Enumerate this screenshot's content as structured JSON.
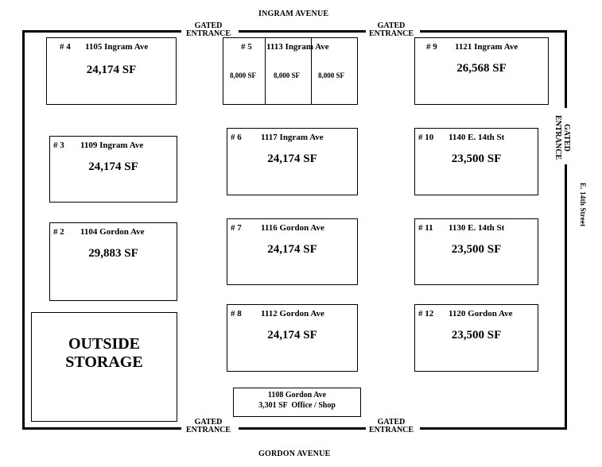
{
  "streets": {
    "north": "INGRAM AVENUE",
    "south": "GORDON AVENUE",
    "east": "E. 14th Street"
  },
  "gates": {
    "gated": "GATED",
    "entrance": "ENTRANCE"
  },
  "buildings": {
    "b4": {
      "num": "# 4",
      "addr": "1105 Ingram Ave",
      "sf": "24,174 SF"
    },
    "b5": {
      "num": "# 5",
      "addr": "1113 Ingram Ave",
      "units": [
        "8,000 SF",
        "8,000 SF",
        "8,000 SF"
      ]
    },
    "b9": {
      "num": "# 9",
      "addr": "1121 Ingram Ave",
      "sf": "26,568 SF"
    },
    "b3": {
      "num": "# 3",
      "addr": "1109 Ingram Ave",
      "sf": "24,174 SF"
    },
    "b6": {
      "num": "# 6",
      "addr": "1117 Ingram Ave",
      "sf": "24,174 SF"
    },
    "b10": {
      "num": "# 10",
      "addr": "1140 E. 14th St",
      "sf": "23,500 SF"
    },
    "b2": {
      "num": "# 2",
      "addr": "1104 Gordon Ave",
      "sf": "29,883 SF"
    },
    "b7": {
      "num": "# 7",
      "addr": "1116 Gordon Ave",
      "sf": "24,174 SF"
    },
    "b11": {
      "num": "# 11",
      "addr": "1130 E. 14th St",
      "sf": "23,500 SF"
    },
    "b8": {
      "num": "# 8",
      "addr": "1112 Gordon Ave",
      "sf": "24,174 SF"
    },
    "b12": {
      "num": "# 12",
      "addr": "1120 Gordon Ave",
      "sf": "23,500 SF"
    }
  },
  "office": {
    "addr": "1108 Gordon Ave",
    "detail": "3,301 SF  Office / Shop"
  },
  "storage": {
    "line1": "OUTSIDE",
    "line2": "STORAGE"
  }
}
